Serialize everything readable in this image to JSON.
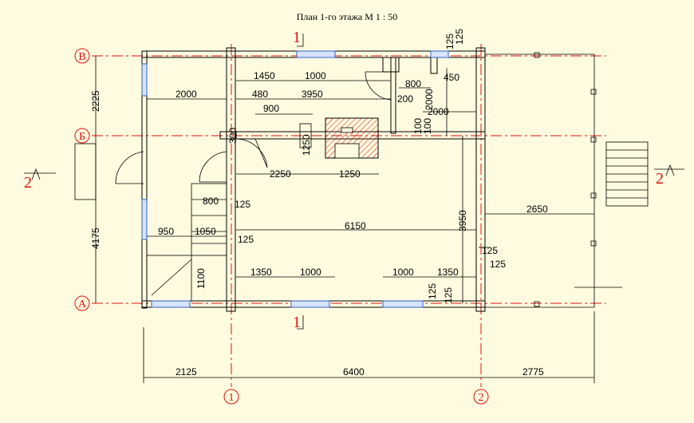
{
  "title": "План 1-го этажа М 1 : 50",
  "axes": {
    "rows": [
      "В",
      "Б",
      "А"
    ],
    "cols": [
      "1",
      "2"
    ]
  },
  "sections": {
    "top": "1",
    "bottom": "1",
    "left": "2",
    "right": "2"
  },
  "dims": {
    "d1450": "1450",
    "d1000a": "1000",
    "d800top": "800",
    "d450": "450",
    "d125top1": "125",
    "d125top2": "125",
    "d2225": "2225",
    "d2000left": "2000",
    "d480": "480",
    "d3950": "3950",
    "d200": "200",
    "d2000vert": "2000",
    "d2000right": "2000",
    "d900": "900",
    "d300": "300",
    "d100a": "100",
    "d100b": "100",
    "d1250v": "1250",
    "d2250": "2250",
    "d1250h": "1250",
    "d800stair": "800",
    "d125stair": "125",
    "d4175": "4175",
    "d6150": "6150",
    "d3950v": "3950",
    "d2650": "2650",
    "d950": "950",
    "d1050": "1050",
    "d125mid": "125",
    "d125r1": "125",
    "d125r2": "125",
    "d1100": "1100",
    "d1350a": "1350",
    "d1000b": "1000",
    "d1000c": "1000",
    "d1350b": "1350",
    "d125bot1": "125",
    "d125bot2": "125",
    "d2125": "2125",
    "d6400": "6400",
    "d2775": "2775"
  }
}
